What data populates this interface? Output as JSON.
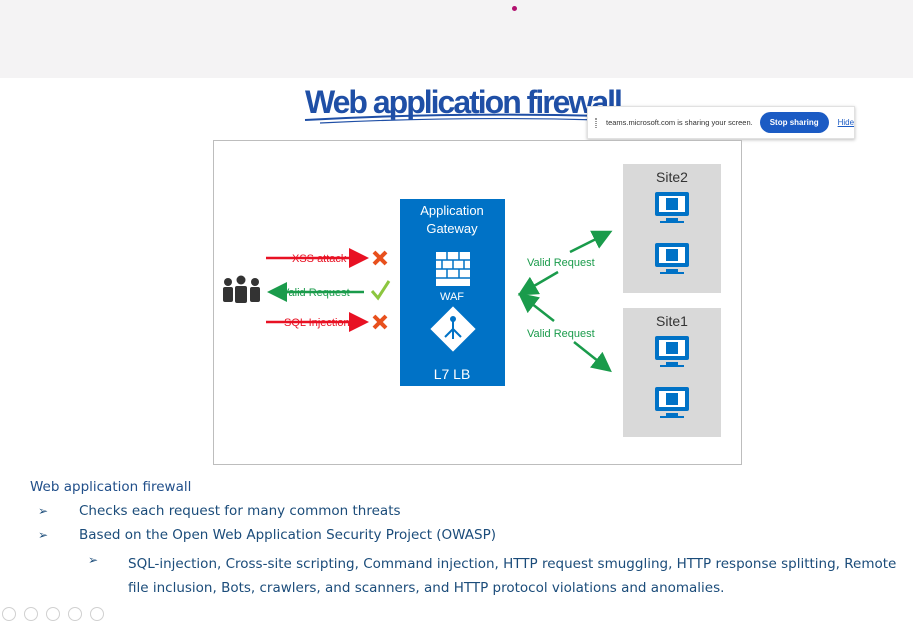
{
  "slide": {
    "title": "Web application firewall"
  },
  "share_bar": {
    "message": "teams.microsoft.com is sharing your screen.",
    "stop_label": "Stop sharing",
    "hide_label": "Hide"
  },
  "diagram": {
    "gateway": {
      "line1": "Application",
      "line2": "Gateway",
      "waf": "WAF",
      "lb": "L7 LB"
    },
    "threats": {
      "xss": "XSS attack",
      "valid": "Valid Request",
      "sql": "SQL Injection"
    },
    "valid_top": "Valid Request",
    "valid_bottom": "Valid Request",
    "site2": "Site2",
    "site1": "Site1"
  },
  "notes": {
    "heading": "Web application firewall",
    "bullet_mark": "➢",
    "bullets": [
      "Checks each request for many common threats",
      "Based on the Open Web Application Security Project (OWASP)",
      "SQL-injection, Cross-site scripting, Command injection, HTTP request smuggling, HTTP response splitting, Remote file inclusion, Bots, crawlers, and scanners, and HTTP protocol violations and anomalies."
    ]
  },
  "colors": {
    "azure_blue": "#0072c6",
    "red": "#e81123",
    "green": "#1a9b4b",
    "site_gray": "#d9d9d9",
    "text_blue": "#1b4c7a"
  }
}
